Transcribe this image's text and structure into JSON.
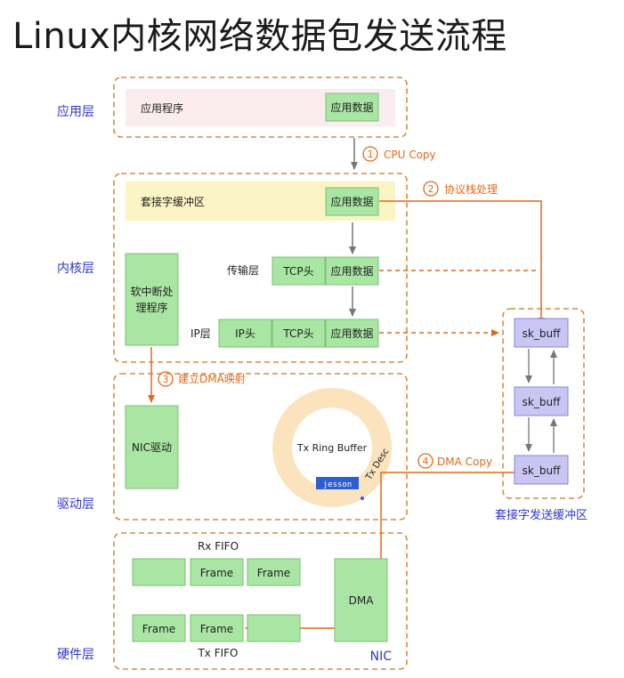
{
  "title": "Linux内核网络数据包发送流程",
  "layers": {
    "app": "应用层",
    "kernel": "内核层",
    "driver": "驱动层",
    "hardware": "硬件层"
  },
  "app_layer": {
    "program": "应用程序",
    "data": "应用数据"
  },
  "kernel_layer": {
    "socket_buffer": "套接字缓冲区",
    "socket_data": "应用数据",
    "transport_label": "传输层",
    "tcp_header": "TCP头",
    "transport_data": "应用数据",
    "ip_label": "IP层",
    "ip_header": "IP头",
    "ip_tcp_header": "TCP头",
    "ip_data": "应用数据",
    "softirq": [
      "软中断处",
      "理程序"
    ]
  },
  "steps": {
    "s1_num": "1",
    "s1": "CPU Copy",
    "s2_num": "2",
    "s2": "协议栈处理",
    "s3_num": "3",
    "s3": "建立DMA映射",
    "s4_num": "4",
    "s4": "DMA Copy"
  },
  "driver_layer": {
    "nic_driver": "NIC驱动",
    "ring": "Tx Ring Buffer",
    "tx_desc": "Tx Desc",
    "watermark": "jesson"
  },
  "hardware_layer": {
    "rx_fifo": "Rx FIFO",
    "tx_fifo": "Tx FIFO",
    "frame": "Frame",
    "dma": "DMA",
    "nic": "NIC"
  },
  "sk_buffer_group": {
    "item": "sk_buff",
    "caption": "套接字发送缓冲区"
  },
  "colors": {
    "accent": "#e06a1b",
    "green": "#a9e6a3",
    "purple": "#c9c6f3",
    "blue_text": "#2f37c9"
  }
}
